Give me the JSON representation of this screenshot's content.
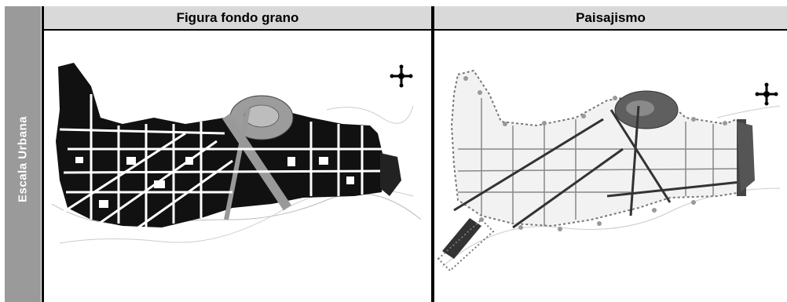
{
  "sidebar": {
    "label": "Escala Urbana"
  },
  "panels": [
    {
      "title": "Figura fondo grano"
    },
    {
      "title": "Paisajismo"
    }
  ]
}
